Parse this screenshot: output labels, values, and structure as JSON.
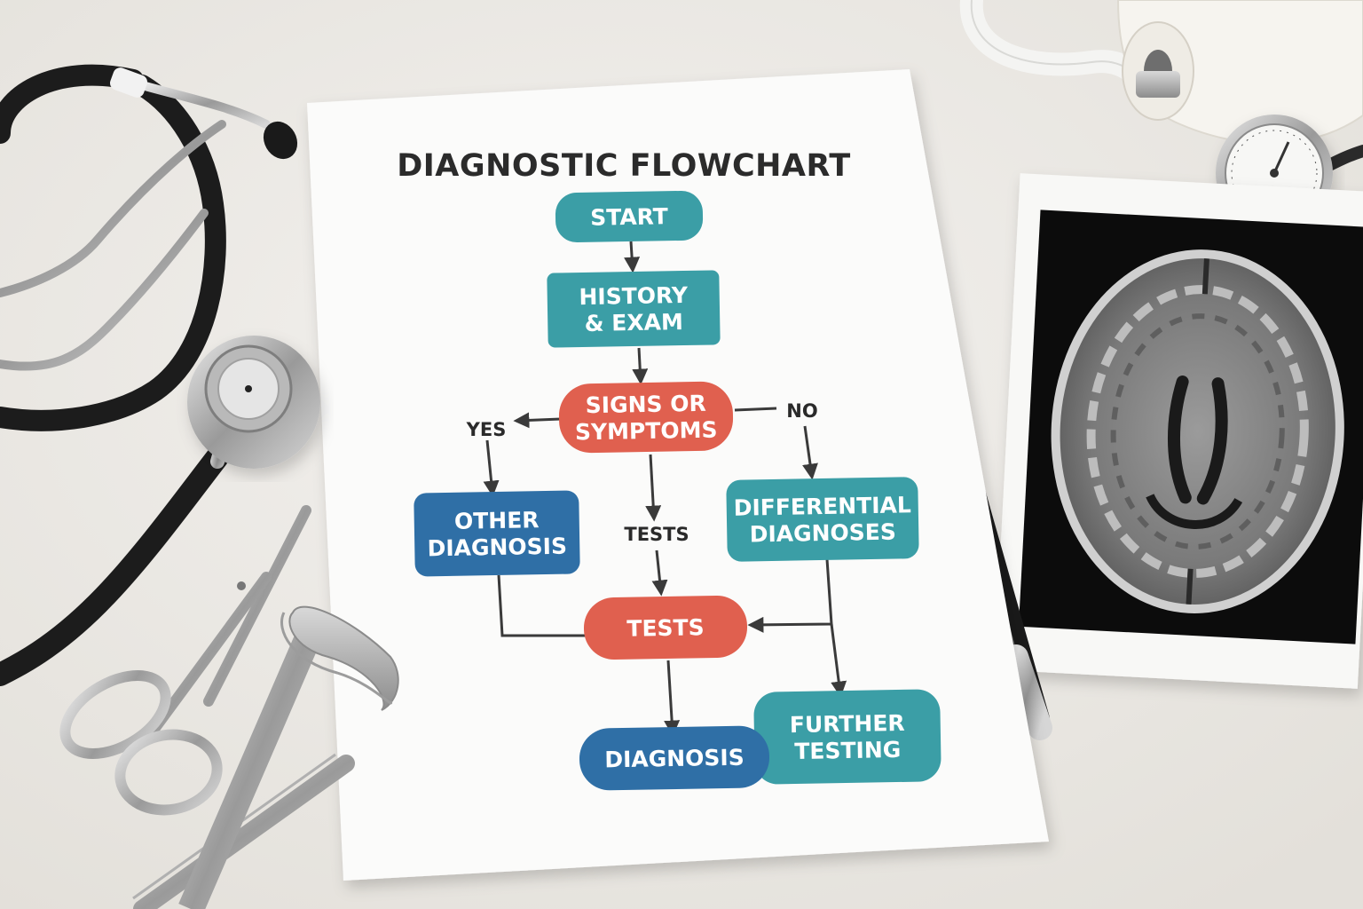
{
  "title": "DIAGNOSTIC FLOWCHART",
  "colors": {
    "teal": "#3b9ea6",
    "coral": "#e0604f",
    "blue": "#2f6fa6",
    "line": "#3a3a3a",
    "paper": "#fbfbfa",
    "background": "#ebe8e3"
  },
  "nodes": {
    "start": {
      "lines": [
        "START"
      ],
      "color": "teal"
    },
    "history": {
      "lines": [
        "HISTORY",
        "& EXAM"
      ],
      "color": "teal"
    },
    "signs": {
      "lines": [
        "SIGNS OR",
        "SYMPTOMS"
      ],
      "color": "coral"
    },
    "other": {
      "lines": [
        "OTHER",
        "DIAGNOSIS"
      ],
      "color": "blue"
    },
    "differential": {
      "lines": [
        "DIFFERENTIAL",
        "DIAGNOSES"
      ],
      "color": "teal"
    },
    "tests": {
      "lines": [
        "TESTS"
      ],
      "color": "coral"
    },
    "diagnosis": {
      "lines": [
        "DIAGNOSIS"
      ],
      "color": "blue"
    },
    "further": {
      "lines": [
        "FURTHER",
        "TESTING"
      ],
      "color": "teal"
    }
  },
  "branch_labels": {
    "yes": "YES",
    "no": "NO",
    "tests": "TESTS"
  },
  "props": {
    "stethoscope": "stethoscope-icon",
    "scissors": "scissors-icon",
    "reflex_hammer": "reflex-hammer-icon",
    "pen": "pen-icon",
    "bp_cuff": "blood-pressure-cuff-icon",
    "gauge": "pressure-gauge-icon",
    "mri": "brain-mri-scan"
  }
}
